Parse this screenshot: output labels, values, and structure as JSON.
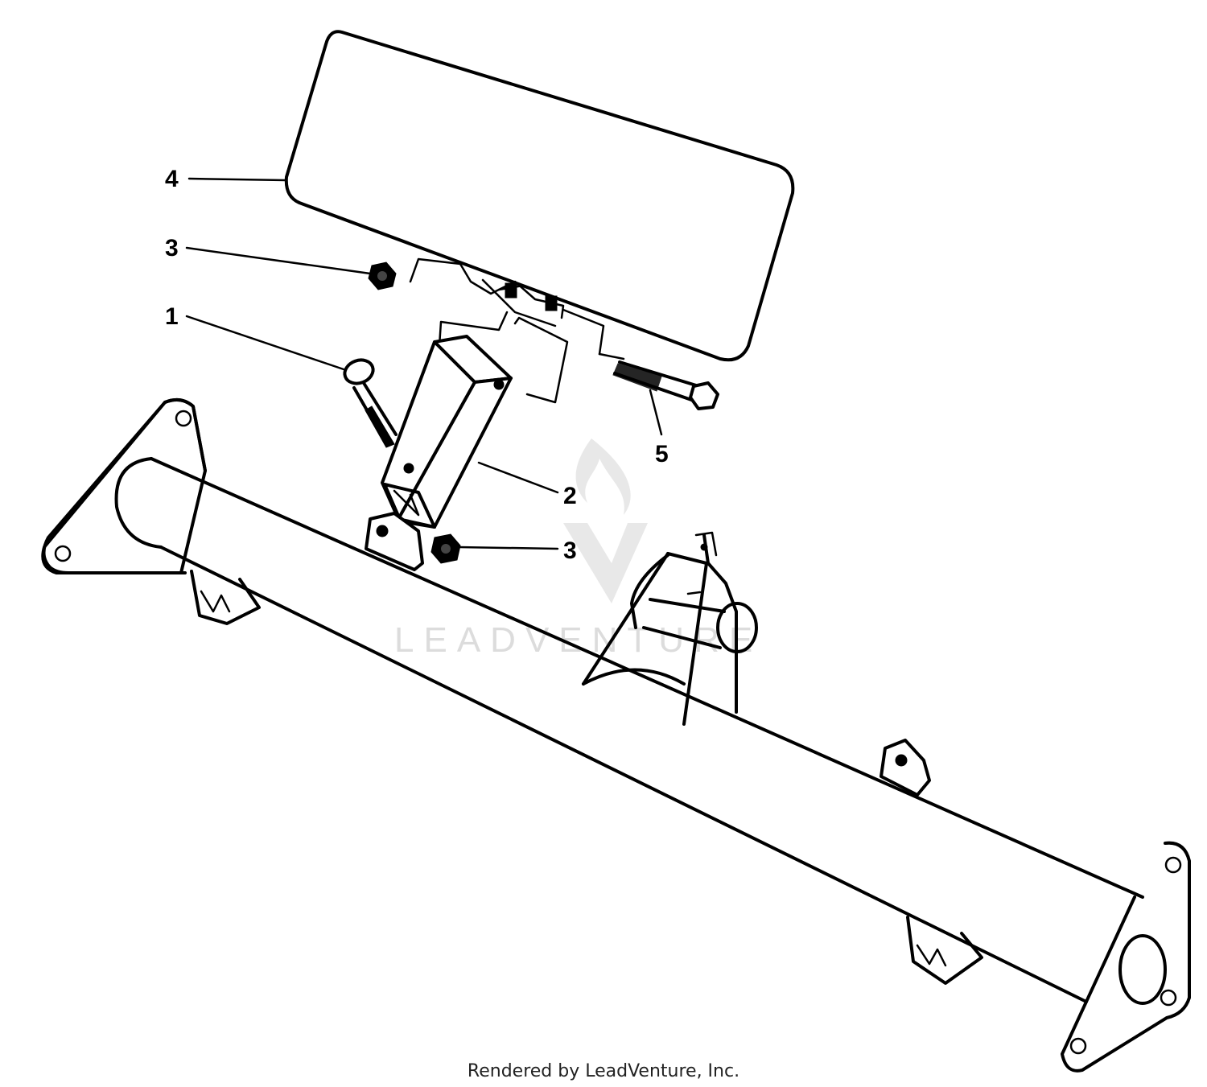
{
  "callouts": [
    {
      "label": "4"
    },
    {
      "label": "3"
    },
    {
      "label": "1"
    },
    {
      "label": "2"
    },
    {
      "label": "5"
    },
    {
      "label": "3"
    }
  ],
  "watermark": {
    "text": "LEADVENTURE"
  },
  "footer": {
    "text": "Rendered by LeadVenture, Inc."
  },
  "colors": {
    "line": "#000000",
    "background": "#ffffff",
    "watermark": "#d9d9d9"
  }
}
